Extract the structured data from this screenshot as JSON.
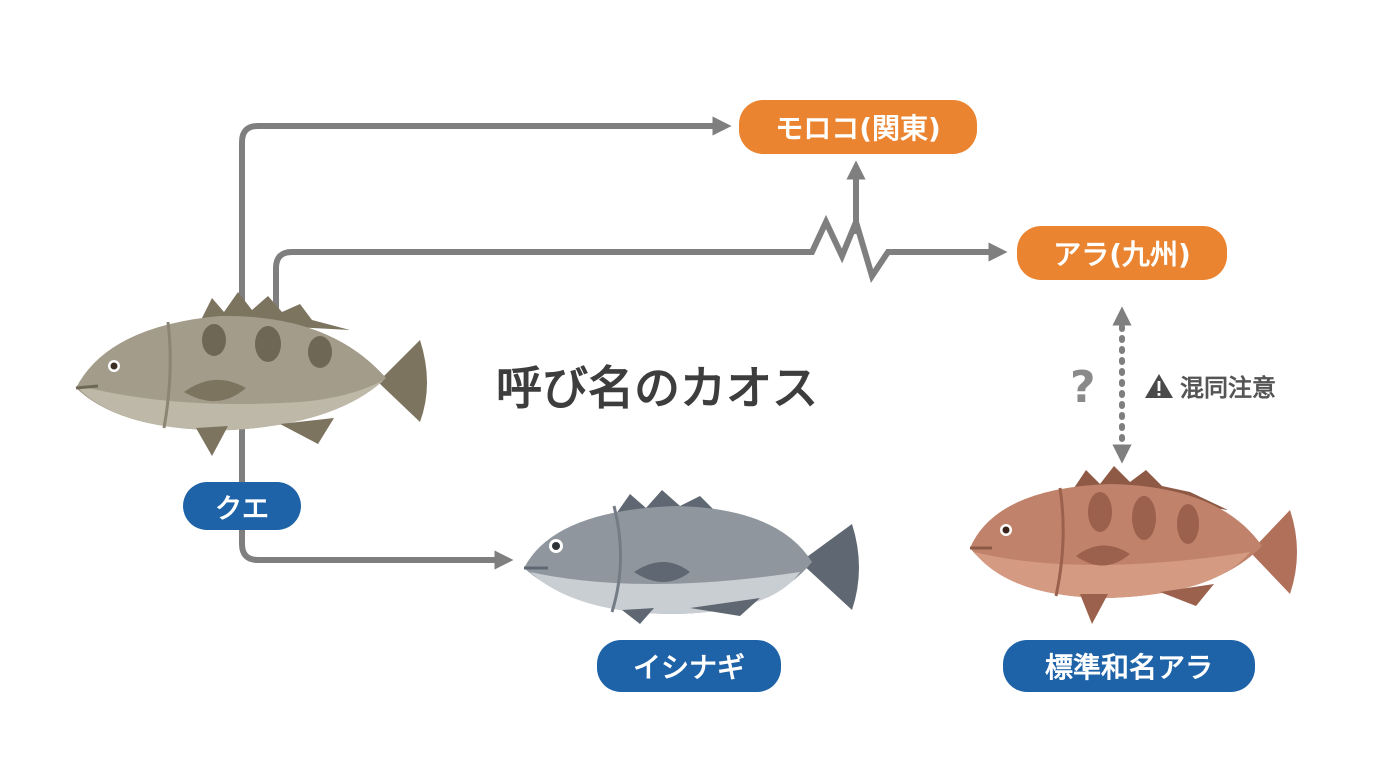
{
  "title": "呼び名のカオス",
  "labels": {
    "kue": "クエ",
    "ishinagi": "イシナギ",
    "standard_ara": "標準和名アラ",
    "morokoo_kanto": "モロコ(関東)",
    "ara_kyushu": "アラ(九州)"
  },
  "question_mark": "?",
  "warning": {
    "icon": "warning-triangle-icon",
    "text": "混同注意"
  },
  "colors": {
    "blue_label": "#1e63a8",
    "orange_label": "#ea8430",
    "arrow": "#7f7f7f",
    "title": "#3d3d3d"
  }
}
